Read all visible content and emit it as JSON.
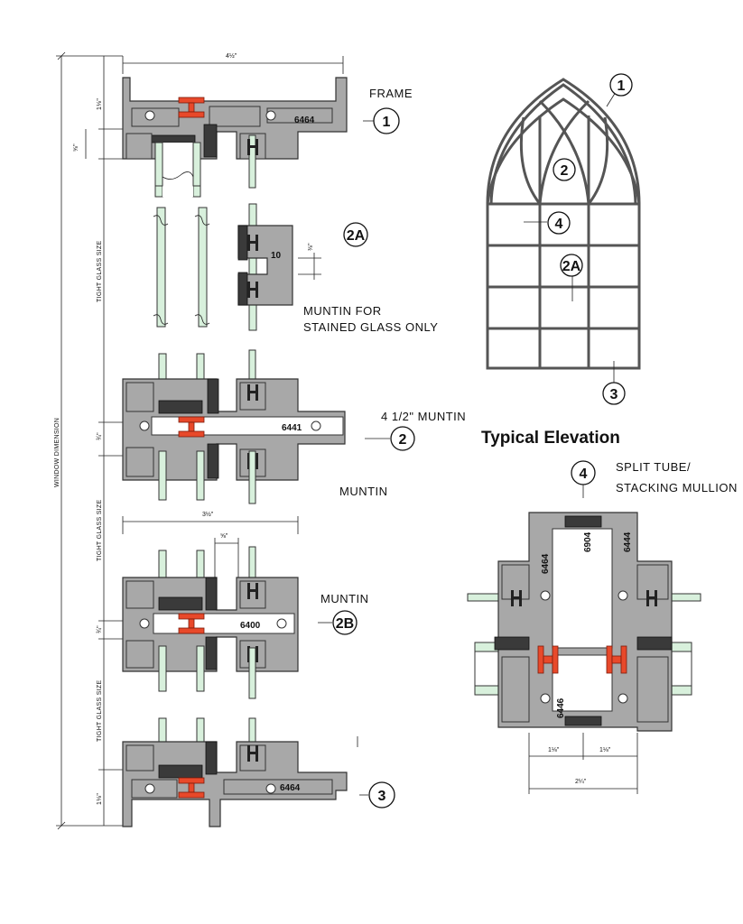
{
  "labels": {
    "frame": "FRAME",
    "muntin_stained_1": "MUNTIN FOR",
    "muntin_stained_2": "STAINED GLASS ONLY",
    "muntin_412": "4 1/2\" MUNTIN",
    "muntin": "MUNTIN",
    "muntin_2b": "MUNTIN",
    "typical_elevation": "Typical Elevation",
    "split_tube_1": "SPLIT TUBE/",
    "split_tube_2": "STACKING MULLION",
    "window_dimension": "WINDOW DIMENSION",
    "tight_glass_size": "TIGHT GLASS SIZE"
  },
  "callouts": {
    "c1": "1",
    "c2a": "2A",
    "c2": "2",
    "c2b": "2B",
    "c3": "3",
    "c4": "4"
  },
  "profile_codes": {
    "frame_top": "6464",
    "muntin_2a": "10",
    "muntin_2": "6441",
    "muntin_2b": "6400",
    "frame_bottom": "6464",
    "mull_left": "6464",
    "mull_top": "6904",
    "mull_right": "6444",
    "mull_bottom": "6446"
  },
  "dimensions": {
    "frame_width": "4½\"",
    "frame_depth": "1⅛\"",
    "glass_pocket": "⅝\"",
    "muntin_2a_gap": "⅜\"",
    "muntin_2_height": "¾\"",
    "muntin_2b_width": "3½\"",
    "muntin_2b_pocket": "⅝\"",
    "muntin_2b_height": "¾\"",
    "frame_bottom_depth": "1⅛\"",
    "mull_left_half": "1⅛\"",
    "mull_right_half": "1⅛\"",
    "mull_total": "2¼\""
  },
  "colors": {
    "aluminum": "#a8a8a8",
    "glass": "#d8f0dc",
    "seal": "#3a3a3a",
    "thermal_break": "#e8492a"
  }
}
